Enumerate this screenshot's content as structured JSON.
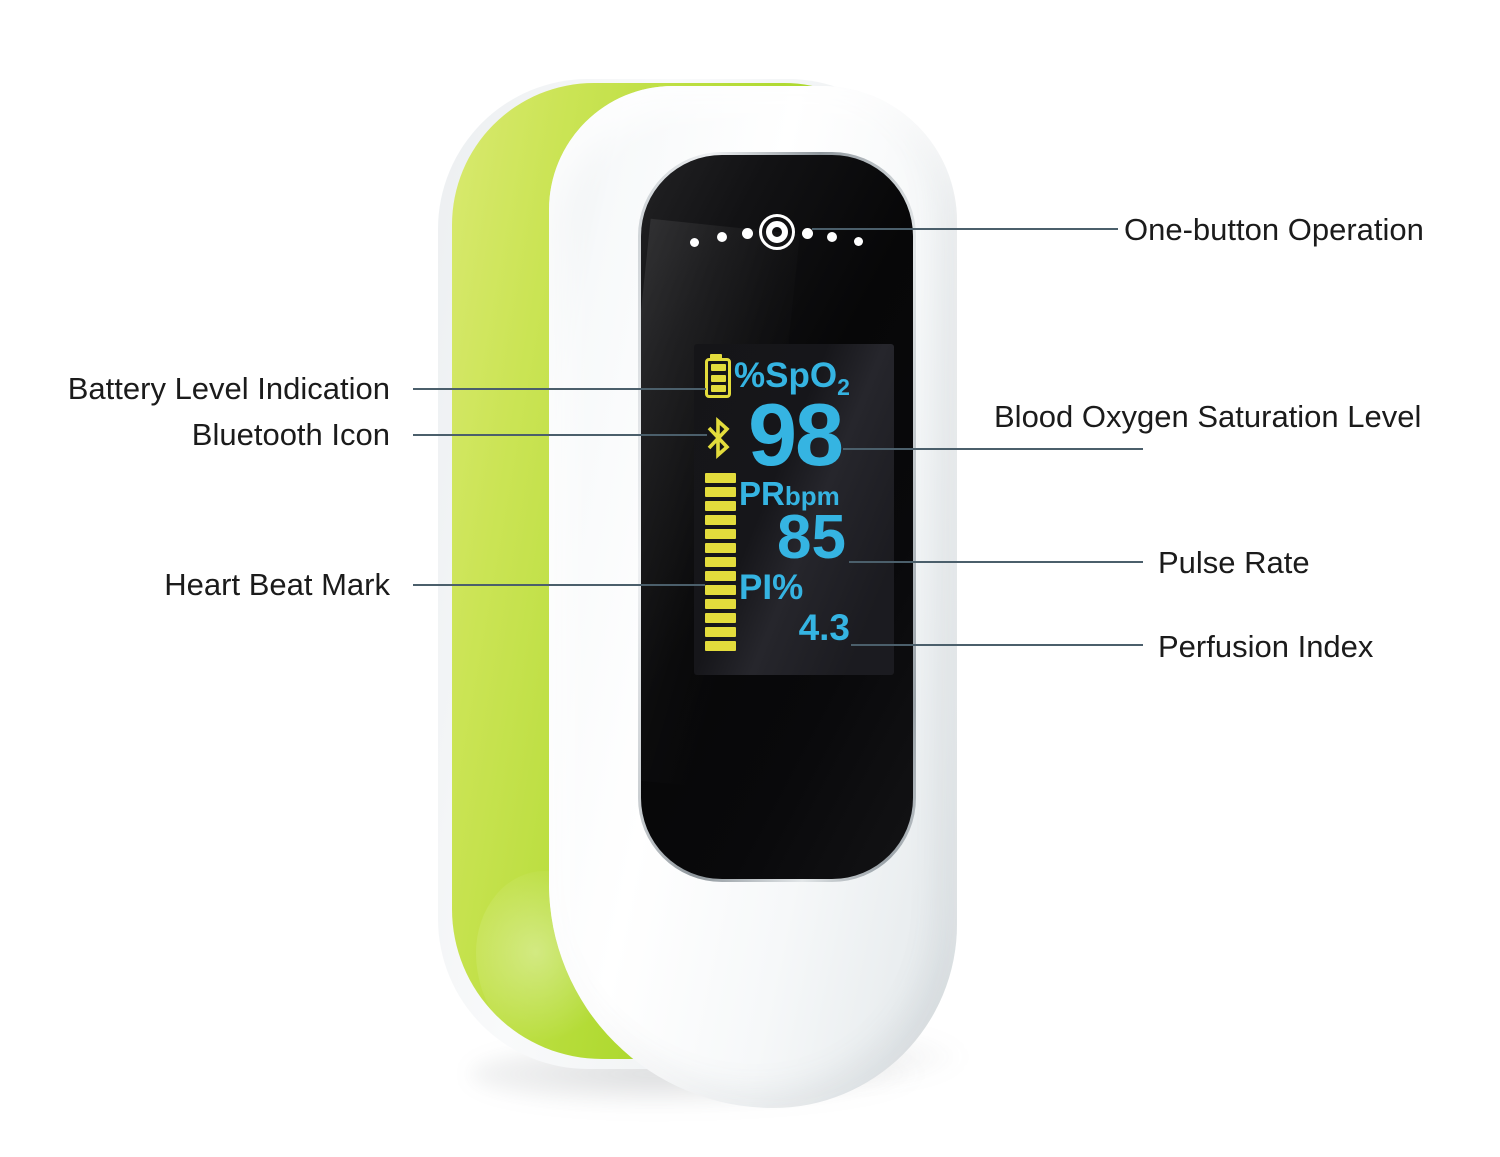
{
  "device": {
    "kind": "fingertip-pulse-oximeter",
    "body_colors": {
      "shell_white": "#f7f9fa",
      "accent_green": "#a9d524",
      "screen_black": "#0a0a0c",
      "bezel_chrome": "#b9bfc4"
    },
    "screen": {
      "spo2": {
        "label_prefix": "%SpO",
        "label_subscript": "2",
        "value": "98"
      },
      "pulse_rate": {
        "label": "PR",
        "unit": "bpm",
        "value": "85"
      },
      "perfusion_index": {
        "label": "PI%",
        "value": "4.3"
      },
      "heartbeat_bars": {
        "count": 13
      },
      "palette": {
        "readout_cyan": "#35b4e2",
        "icon_yellow": "#e3dc3c"
      },
      "icons": [
        "battery-icon",
        "bluetooth-icon",
        "one-button-icon",
        "indicator-dots"
      ]
    }
  },
  "callouts": {
    "line_color": "#4b5f6b",
    "text_color": "#1b1b1b",
    "left": [
      {
        "label": "Battery Level Indication"
      },
      {
        "label": "Bluetooth Icon"
      },
      {
        "label": "Heart Beat Mark"
      }
    ],
    "right": [
      {
        "label": "One-button Operation"
      },
      {
        "label": "Blood Oxygen Saturation Level"
      },
      {
        "label": "Pulse Rate"
      },
      {
        "label": "Perfusion Index"
      }
    ]
  }
}
